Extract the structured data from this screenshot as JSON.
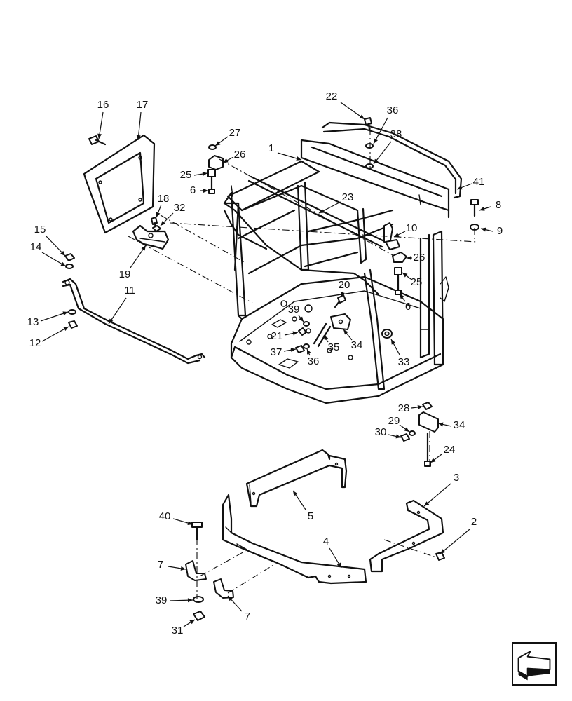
{
  "callouts": [
    {
      "n": "1"
    },
    {
      "n": "2"
    },
    {
      "n": "3"
    },
    {
      "n": "4"
    },
    {
      "n": "5"
    },
    {
      "n": "6"
    },
    {
      "n": "6"
    },
    {
      "n": "7"
    },
    {
      "n": "7"
    },
    {
      "n": "8"
    },
    {
      "n": "9"
    },
    {
      "n": "10"
    },
    {
      "n": "11"
    },
    {
      "n": "12"
    },
    {
      "n": "13"
    },
    {
      "n": "14"
    },
    {
      "n": "15"
    },
    {
      "n": "16"
    },
    {
      "n": "17"
    },
    {
      "n": "18"
    },
    {
      "n": "19"
    },
    {
      "n": "20"
    },
    {
      "n": "21"
    },
    {
      "n": "22"
    },
    {
      "n": "23"
    },
    {
      "n": "24"
    },
    {
      "n": "25"
    },
    {
      "n": "25"
    },
    {
      "n": "26"
    },
    {
      "n": "26"
    },
    {
      "n": "27"
    },
    {
      "n": "28"
    },
    {
      "n": "29"
    },
    {
      "n": "30"
    },
    {
      "n": "31"
    },
    {
      "n": "32"
    },
    {
      "n": "33"
    },
    {
      "n": "34"
    },
    {
      "n": "34"
    },
    {
      "n": "35"
    },
    {
      "n": "36"
    },
    {
      "n": "36"
    },
    {
      "n": "37"
    },
    {
      "n": "38"
    },
    {
      "n": "39"
    },
    {
      "n": "39"
    },
    {
      "n": "40"
    },
    {
      "n": "41"
    }
  ],
  "navigation": {
    "icon": "next-page-arrow-icon"
  },
  "colors": {
    "line": "#111111",
    "background": "#ffffff"
  }
}
